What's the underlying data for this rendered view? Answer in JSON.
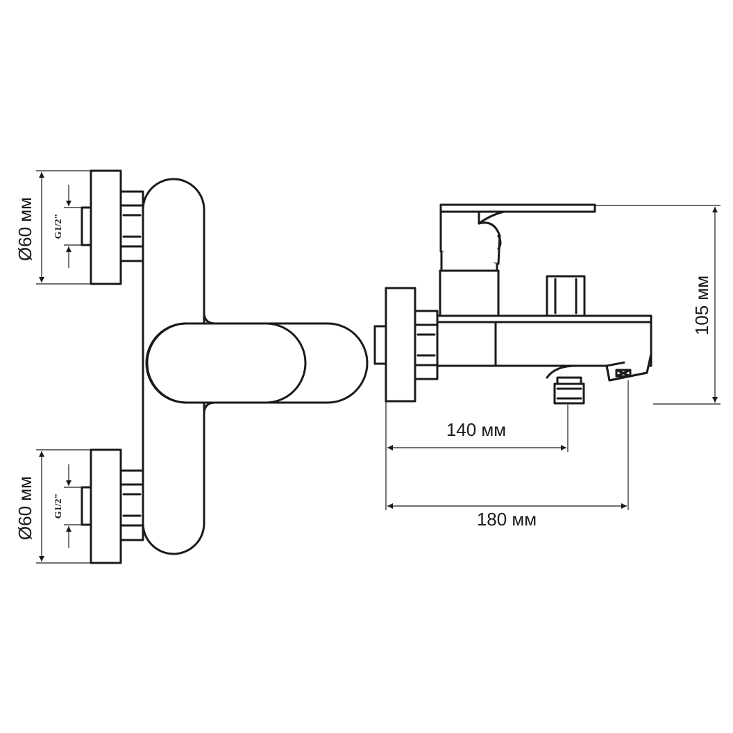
{
  "dimensions": {
    "top_diameter": "Ø60 мм",
    "bottom_diameter": "Ø60 мм",
    "top_thread": "G1/2\"",
    "bottom_thread": "G1/2\"",
    "height": "105 мм",
    "spout_outlet_distance": "140 мм",
    "total_depth": "180 мм"
  }
}
